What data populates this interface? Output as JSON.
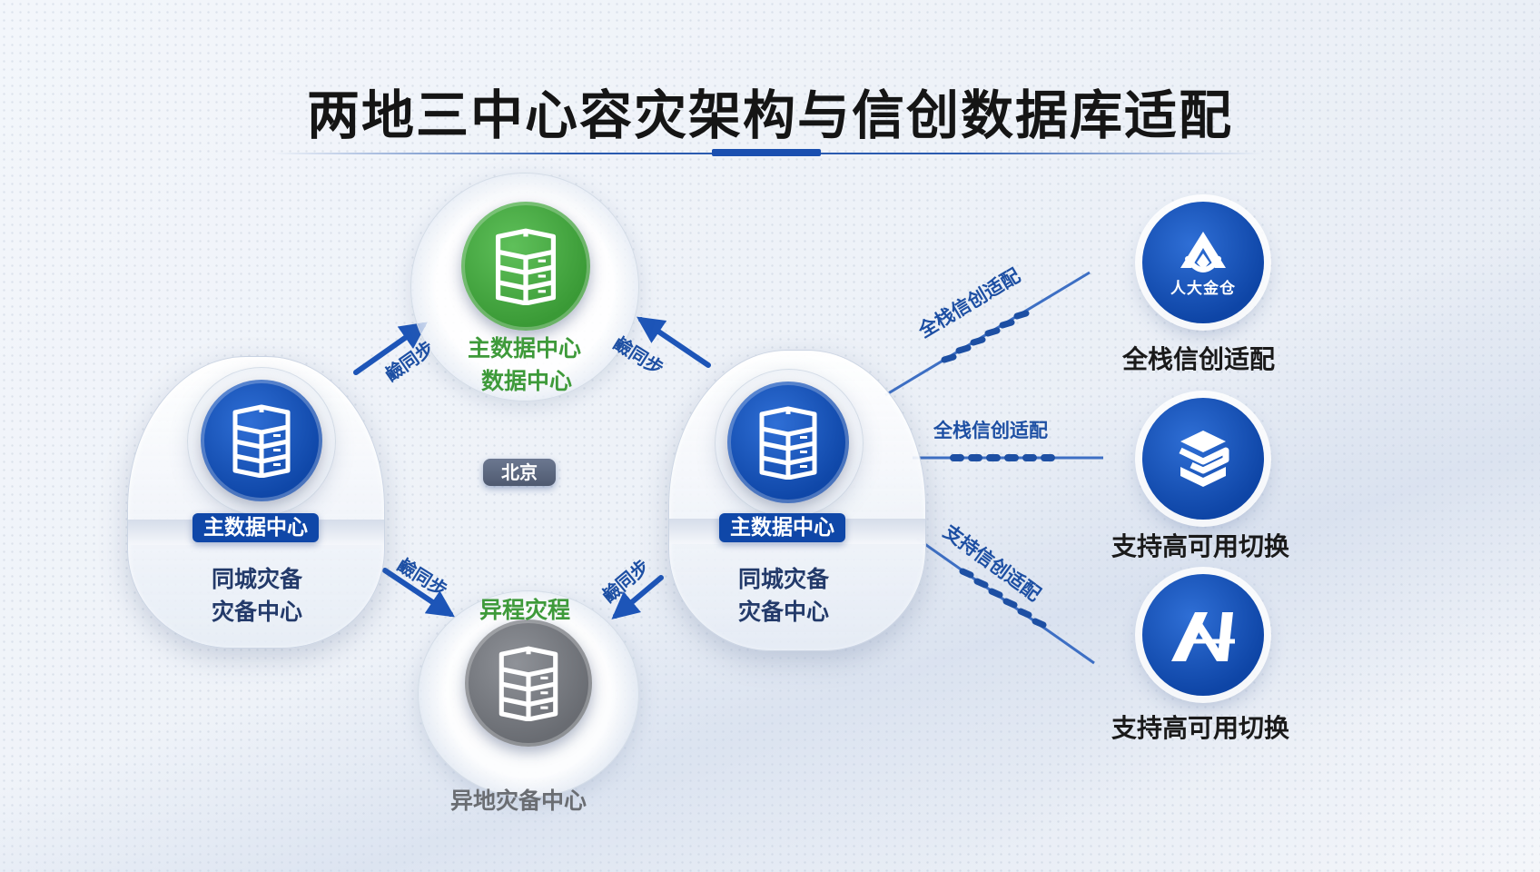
{
  "title": "两地三中心容灾架构与信创数据库适配",
  "location_badge": "北京",
  "top_center": {
    "line1": "主数据中心",
    "line2": "数据中心",
    "color": "#3e9a3a"
  },
  "left_center": {
    "badge": "主数据中心",
    "line1": "同城灾备",
    "line2": "灾备中心"
  },
  "right_center": {
    "badge": "主数据中心",
    "line1": "同城灾备",
    "line2": "灾备中心"
  },
  "bottom_center": {
    "label": "异地灾备中心",
    "sync_label": "异程灾程"
  },
  "sync_labels": {
    "upper_left": "鹼同步",
    "upper_right": "鹼同步",
    "lower_left": "鹼同步",
    "lower_right": "鹼同步"
  },
  "db_links": {
    "top": "全栈信创适配",
    "middle": "全栈信创适配",
    "bottom": "支持信创适配"
  },
  "databases": [
    {
      "logo_text": "人大金仓",
      "label": "全栈信创适配",
      "icon": "kingbase-logo-icon"
    },
    {
      "logo_text": "",
      "label": "支持高可用切换",
      "icon": "stacked-s-logo-icon"
    },
    {
      "logo_text": "",
      "label": "支持高可用切换",
      "icon": "n-logo-icon"
    }
  ],
  "colors": {
    "primary": "#0f47a8",
    "green": "#3a9a36",
    "gray": "#696c72"
  }
}
